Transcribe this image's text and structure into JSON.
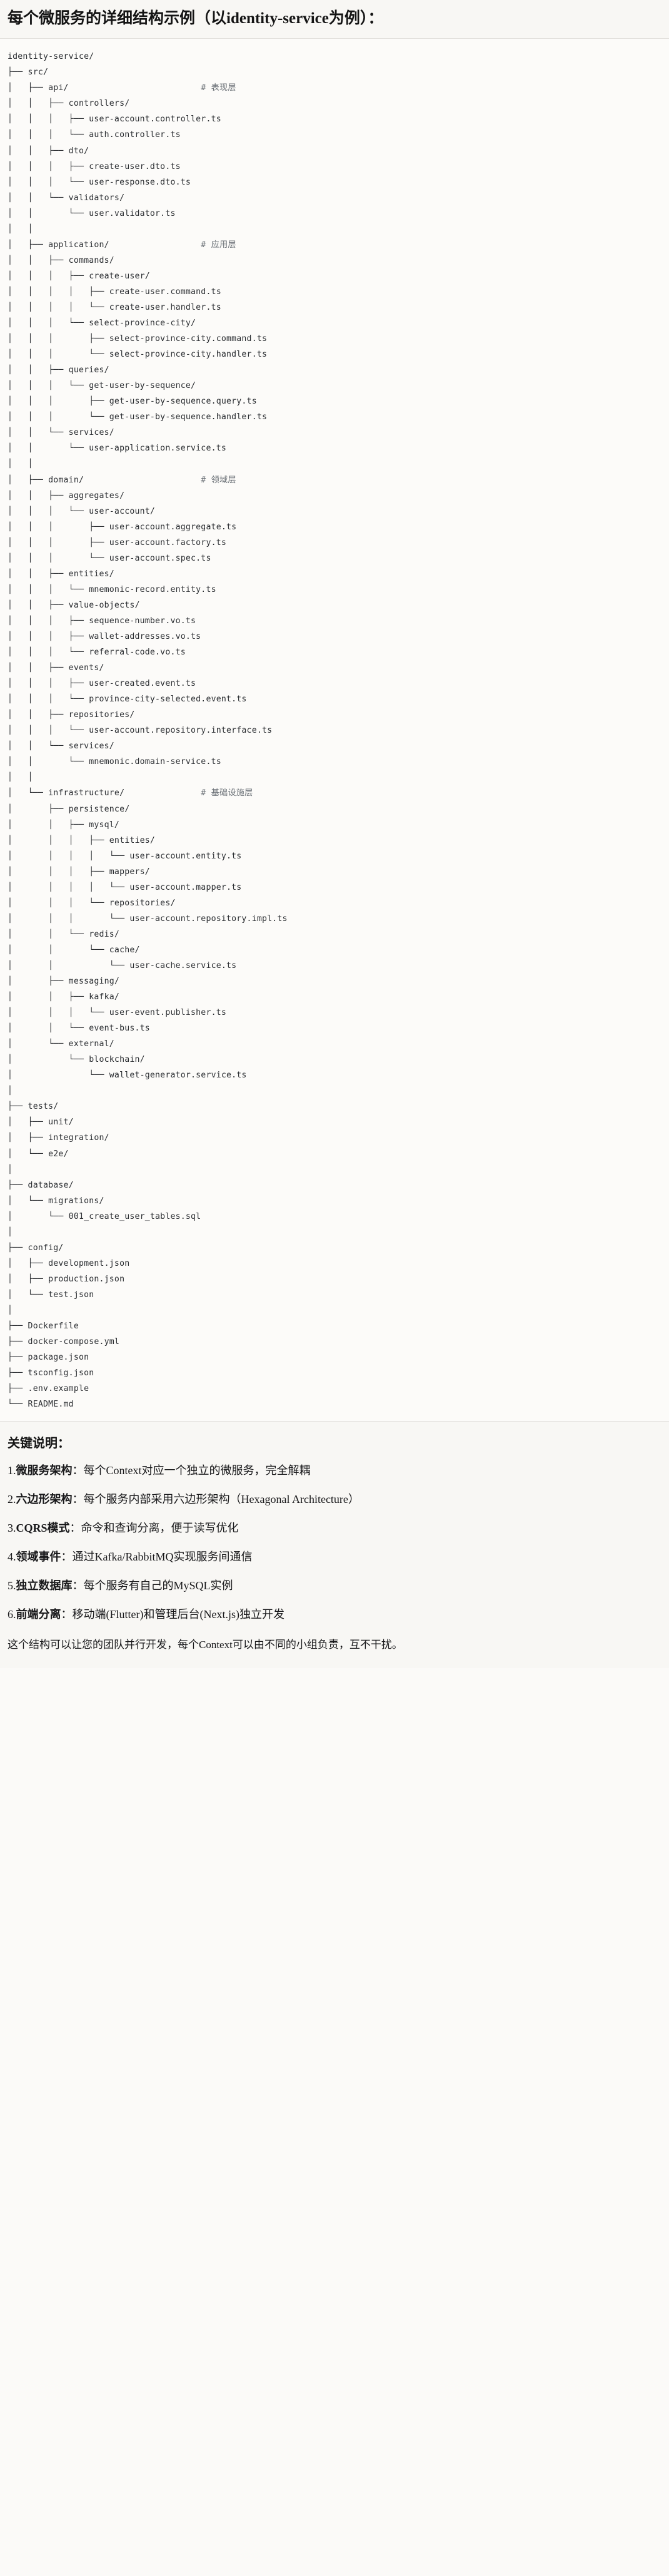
{
  "title": "每个微服务的详细结构示例（以identity-service为例）：",
  "tree": {
    "root": "identity-service/",
    "lines": [
      {
        "text": "identity-service/",
        "comment": ""
      },
      {
        "text": "├── src/",
        "comment": ""
      },
      {
        "text": "│   ├── api/",
        "comment": "# 表现层"
      },
      {
        "text": "│   │   ├── controllers/",
        "comment": ""
      },
      {
        "text": "│   │   │   ├── user-account.controller.ts",
        "comment": ""
      },
      {
        "text": "│   │   │   └── auth.controller.ts",
        "comment": ""
      },
      {
        "text": "│   │   ├── dto/",
        "comment": ""
      },
      {
        "text": "│   │   │   ├── create-user.dto.ts",
        "comment": ""
      },
      {
        "text": "│   │   │   └── user-response.dto.ts",
        "comment": ""
      },
      {
        "text": "│   │   └── validators/",
        "comment": ""
      },
      {
        "text": "│   │       └── user.validator.ts",
        "comment": ""
      },
      {
        "text": "│   │",
        "comment": ""
      },
      {
        "text": "│   ├── application/",
        "comment": "# 应用层"
      },
      {
        "text": "│   │   ├── commands/",
        "comment": ""
      },
      {
        "text": "│   │   │   ├── create-user/",
        "comment": ""
      },
      {
        "text": "│   │   │   │   ├── create-user.command.ts",
        "comment": ""
      },
      {
        "text": "│   │   │   │   └── create-user.handler.ts",
        "comment": ""
      },
      {
        "text": "│   │   │   └── select-province-city/",
        "comment": ""
      },
      {
        "text": "│   │   │       ├── select-province-city.command.ts",
        "comment": ""
      },
      {
        "text": "│   │   │       └── select-province-city.handler.ts",
        "comment": ""
      },
      {
        "text": "│   │   ├── queries/",
        "comment": ""
      },
      {
        "text": "│   │   │   └── get-user-by-sequence/",
        "comment": ""
      },
      {
        "text": "│   │   │       ├── get-user-by-sequence.query.ts",
        "comment": ""
      },
      {
        "text": "│   │   │       └── get-user-by-sequence.handler.ts",
        "comment": ""
      },
      {
        "text": "│   │   └── services/",
        "comment": ""
      },
      {
        "text": "│   │       └── user-application.service.ts",
        "comment": ""
      },
      {
        "text": "│   │",
        "comment": ""
      },
      {
        "text": "│   ├── domain/",
        "comment": "# 领域层"
      },
      {
        "text": "│   │   ├── aggregates/",
        "comment": ""
      },
      {
        "text": "│   │   │   └── user-account/",
        "comment": ""
      },
      {
        "text": "│   │   │       ├── user-account.aggregate.ts",
        "comment": ""
      },
      {
        "text": "│   │   │       ├── user-account.factory.ts",
        "comment": ""
      },
      {
        "text": "│   │   │       └── user-account.spec.ts",
        "comment": ""
      },
      {
        "text": "│   │   ├── entities/",
        "comment": ""
      },
      {
        "text": "│   │   │   └── mnemonic-record.entity.ts",
        "comment": ""
      },
      {
        "text": "│   │   ├── value-objects/",
        "comment": ""
      },
      {
        "text": "│   │   │   ├── sequence-number.vo.ts",
        "comment": ""
      },
      {
        "text": "│   │   │   ├── wallet-addresses.vo.ts",
        "comment": ""
      },
      {
        "text": "│   │   │   └── referral-code.vo.ts",
        "comment": ""
      },
      {
        "text": "│   │   ├── events/",
        "comment": ""
      },
      {
        "text": "│   │   │   ├── user-created.event.ts",
        "comment": ""
      },
      {
        "text": "│   │   │   └── province-city-selected.event.ts",
        "comment": ""
      },
      {
        "text": "│   │   ├── repositories/",
        "comment": ""
      },
      {
        "text": "│   │   │   └── user-account.repository.interface.ts",
        "comment": ""
      },
      {
        "text": "│   │   └── services/",
        "comment": ""
      },
      {
        "text": "│   │       └── mnemonic.domain-service.ts",
        "comment": ""
      },
      {
        "text": "│   │",
        "comment": ""
      },
      {
        "text": "│   └── infrastructure/",
        "comment": "# 基础设施层"
      },
      {
        "text": "│       ├── persistence/",
        "comment": ""
      },
      {
        "text": "│       │   ├── mysql/",
        "comment": ""
      },
      {
        "text": "│       │   │   ├── entities/",
        "comment": ""
      },
      {
        "text": "│       │   │   │   └── user-account.entity.ts",
        "comment": ""
      },
      {
        "text": "│       │   │   ├── mappers/",
        "comment": ""
      },
      {
        "text": "│       │   │   │   └── user-account.mapper.ts",
        "comment": ""
      },
      {
        "text": "│       │   │   └── repositories/",
        "comment": ""
      },
      {
        "text": "│       │   │       └── user-account.repository.impl.ts",
        "comment": ""
      },
      {
        "text": "│       │   └── redis/",
        "comment": ""
      },
      {
        "text": "│       │       └── cache/",
        "comment": ""
      },
      {
        "text": "│       │           └── user-cache.service.ts",
        "comment": ""
      },
      {
        "text": "│       ├── messaging/",
        "comment": ""
      },
      {
        "text": "│       │   ├── kafka/",
        "comment": ""
      },
      {
        "text": "│       │   │   └── user-event.publisher.ts",
        "comment": ""
      },
      {
        "text": "│       │   └── event-bus.ts",
        "comment": ""
      },
      {
        "text": "│       └── external/",
        "comment": ""
      },
      {
        "text": "│           └── blockchain/",
        "comment": ""
      },
      {
        "text": "│               └── wallet-generator.service.ts",
        "comment": ""
      },
      {
        "text": "│",
        "comment": ""
      },
      {
        "text": "├── tests/",
        "comment": ""
      },
      {
        "text": "│   ├── unit/",
        "comment": ""
      },
      {
        "text": "│   ├── integration/",
        "comment": ""
      },
      {
        "text": "│   └── e2e/",
        "comment": ""
      },
      {
        "text": "│",
        "comment": ""
      },
      {
        "text": "├── database/",
        "comment": ""
      },
      {
        "text": "│   └── migrations/",
        "comment": ""
      },
      {
        "text": "│       └── 001_create_user_tables.sql",
        "comment": ""
      },
      {
        "text": "│",
        "comment": ""
      },
      {
        "text": "├── config/",
        "comment": ""
      },
      {
        "text": "│   ├── development.json",
        "comment": ""
      },
      {
        "text": "│   ├── production.json",
        "comment": ""
      },
      {
        "text": "│   └── test.json",
        "comment": ""
      },
      {
        "text": "│",
        "comment": ""
      },
      {
        "text": "├── Dockerfile",
        "comment": ""
      },
      {
        "text": "├── docker-compose.yml",
        "comment": ""
      },
      {
        "text": "├── package.json",
        "comment": ""
      },
      {
        "text": "├── tsconfig.json",
        "comment": ""
      },
      {
        "text": "├── .env.example",
        "comment": ""
      },
      {
        "text": "└── README.md",
        "comment": ""
      }
    ],
    "comment_column": 38
  },
  "keys": {
    "heading": "关键说明：",
    "items": [
      {
        "num": "1.",
        "term": "微服务架构",
        "sep": "：",
        "desc": "每个Context对应一个独立的微服务，完全解耦"
      },
      {
        "num": "2.",
        "term": "六边形架构",
        "sep": "：",
        "desc": "每个服务内部采用六边形架构（Hexagonal Architecture）"
      },
      {
        "num": "3.",
        "term": "CQRS模式",
        "sep": "：",
        "desc": "命令和查询分离，便于读写优化"
      },
      {
        "num": "4.",
        "term": "领域事件",
        "sep": "：",
        "desc": "通过Kafka/RabbitMQ实现服务间通信"
      },
      {
        "num": "5.",
        "term": "独立数据库",
        "sep": "：",
        "desc": "每个服务有自己的MySQL实例"
      },
      {
        "num": "6.",
        "term": "前端分离",
        "sep": "：",
        "desc": "移动端(Flutter)和管理后台(Next.js)独立开发"
      }
    ],
    "closing": "这个结构可以让您的团队并行开发，每个Context可以由不同的小组负责，互不干扰。"
  },
  "colors": {
    "page_bg": "#fbfaf8",
    "title_bg": "#f8f7f4",
    "tree_bg": "#fcfbf9",
    "text": "#1b1b1b",
    "tree_text": "#2a2d31",
    "comment_text": "#6b7177",
    "rule": "#e2e0dc"
  }
}
